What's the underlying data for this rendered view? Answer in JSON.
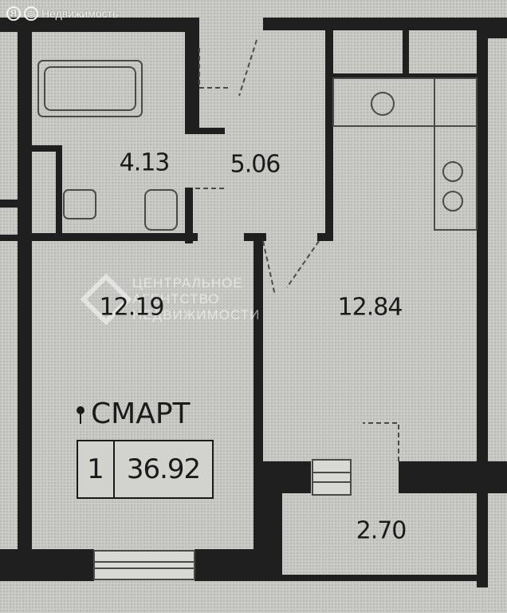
{
  "brand": {
    "logo_glyph": "Я",
    "name": "Недвижимость"
  },
  "watermark": {
    "lines": [
      "ЦЕНТРАЛЬНОЕ",
      "АГЕНТСТВО",
      "НЕДВИЖИМОСТИ"
    ]
  },
  "rooms": [
    {
      "id": "bathroom",
      "area": "4.13"
    },
    {
      "id": "hallway",
      "area": "5.06"
    },
    {
      "id": "bedroom",
      "area": "12.19"
    },
    {
      "id": "kitchen-living",
      "area": "12.84"
    },
    {
      "id": "balcony",
      "area": "2.70"
    }
  ],
  "summary": {
    "series": "СМАРТ",
    "room_count": "1",
    "total_area": "36.92"
  },
  "colors": {
    "wall": "#1a1a1a",
    "floor": "#c9c9c6",
    "text": "#1a1a1a"
  }
}
